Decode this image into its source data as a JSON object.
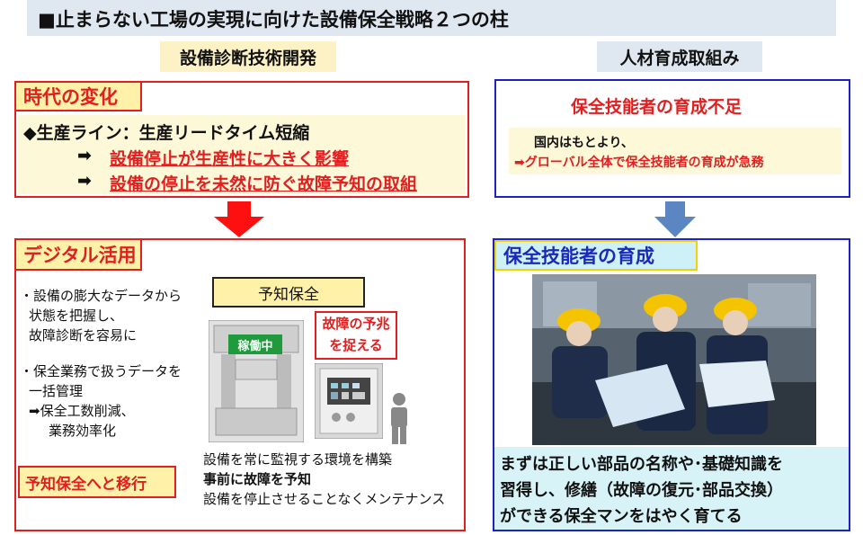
{
  "title": "■止まらない工場の実現に向けた設備保全戦略２つの柱",
  "left": {
    "label": "設備診断技術開発",
    "change": {
      "tag": "時代の変化",
      "line1": "◆生産ライン：生産リードタイム短縮",
      "arrow": "➡",
      "line2": "設備停止が生産性に大きく影響",
      "line3": "設備の停止を未然に防ぐ故障予知の取組"
    },
    "digital": {
      "tag": "デジタル活用",
      "bullet1": [
        "・設備の膨大なデータから",
        "状態を把握し、",
        "故障診断を容易に"
      ],
      "bullet2": [
        "・保全業務で扱うデータを",
        "一括管理",
        "➡保全工数削減、",
        "業務効率化"
      ],
      "bottom_tag": "予知保全へと移行",
      "diagram": {
        "label": "予知保全",
        "running": "稼働中",
        "omen": [
          "故障の予兆",
          "を捉える"
        ]
      },
      "caption1": "設備を常に監視する環境を構築",
      "caption2": "事前に故障を予知",
      "caption3": "設備を停止させることなくメンテナンス"
    }
  },
  "right": {
    "label": "人材育成取組み",
    "shortage": {
      "title": "保全技能者の育成不足",
      "line1": "国内はもとより、",
      "line2": "➡グローバル全体で保全技能者の育成が急務"
    },
    "training": {
      "tag": "保全技能者の育成",
      "text": [
        "まずは正しい部品の名称や･基礎知識を",
        "習得し、修繕（故障の復元･部品交換）",
        "ができる保全マンをはやく育てる"
      ]
    }
  },
  "colors": {
    "red": "#e02020",
    "blue": "#1a22c8",
    "arrow_red": "#ff1010",
    "arrow_blue": "#5b86c2",
    "yellow_tag": "#fff2a8",
    "cyan_tag": "#cdf1f7",
    "photo_caption_bg": "#d8f3f7"
  },
  "icons": [
    "down-arrow-icon",
    "worker-icon",
    "press-machine-icon",
    "control-panel-icon",
    "workers-photo"
  ]
}
